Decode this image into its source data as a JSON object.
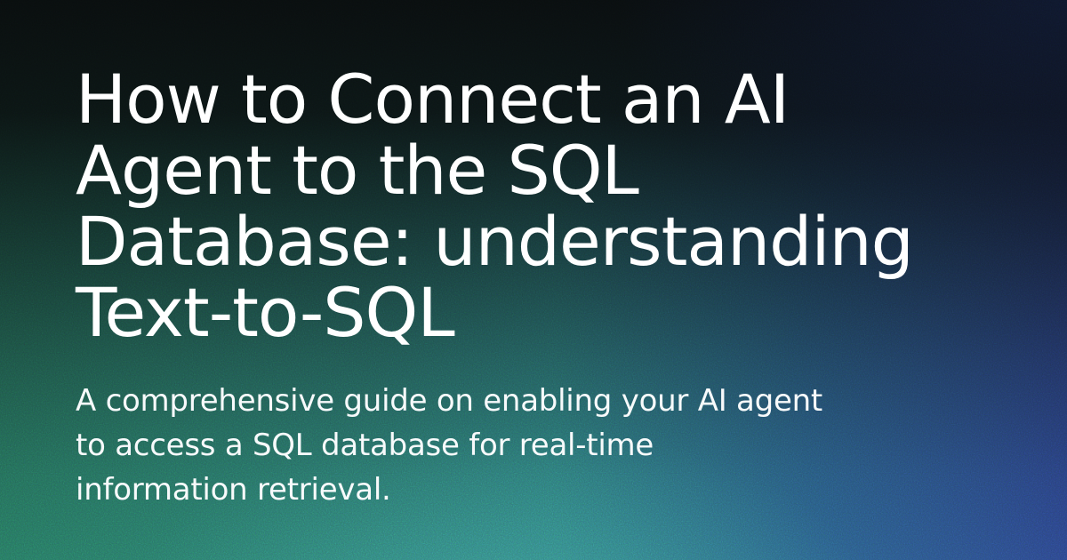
{
  "card": {
    "title": "How to Connect an AI Agent to the SQL Database: understanding Text-to-SQL",
    "title_lines": [
      "How to Connect an AI",
      "Agent to the SQL",
      "Database: understanding",
      "Text-to-SQL"
    ],
    "subtitle": "A comprehensive guide on enabling your AI agent to access a SQL database for real-time information retrieval.",
    "subtitle_lines": [
      "A comprehensive guide on enabling your AI agent",
      "to access a SQL database for real-time",
      "information retrieval."
    ],
    "colors": {
      "text": "#ffffff",
      "bg_top_left": "#0a0c0d",
      "bg_top_right": "#0d1322",
      "bg_bottom_left": "#26745e",
      "bg_bottom_center": "#2e807f",
      "bg_bottom_right": "#2b4487"
    }
  }
}
